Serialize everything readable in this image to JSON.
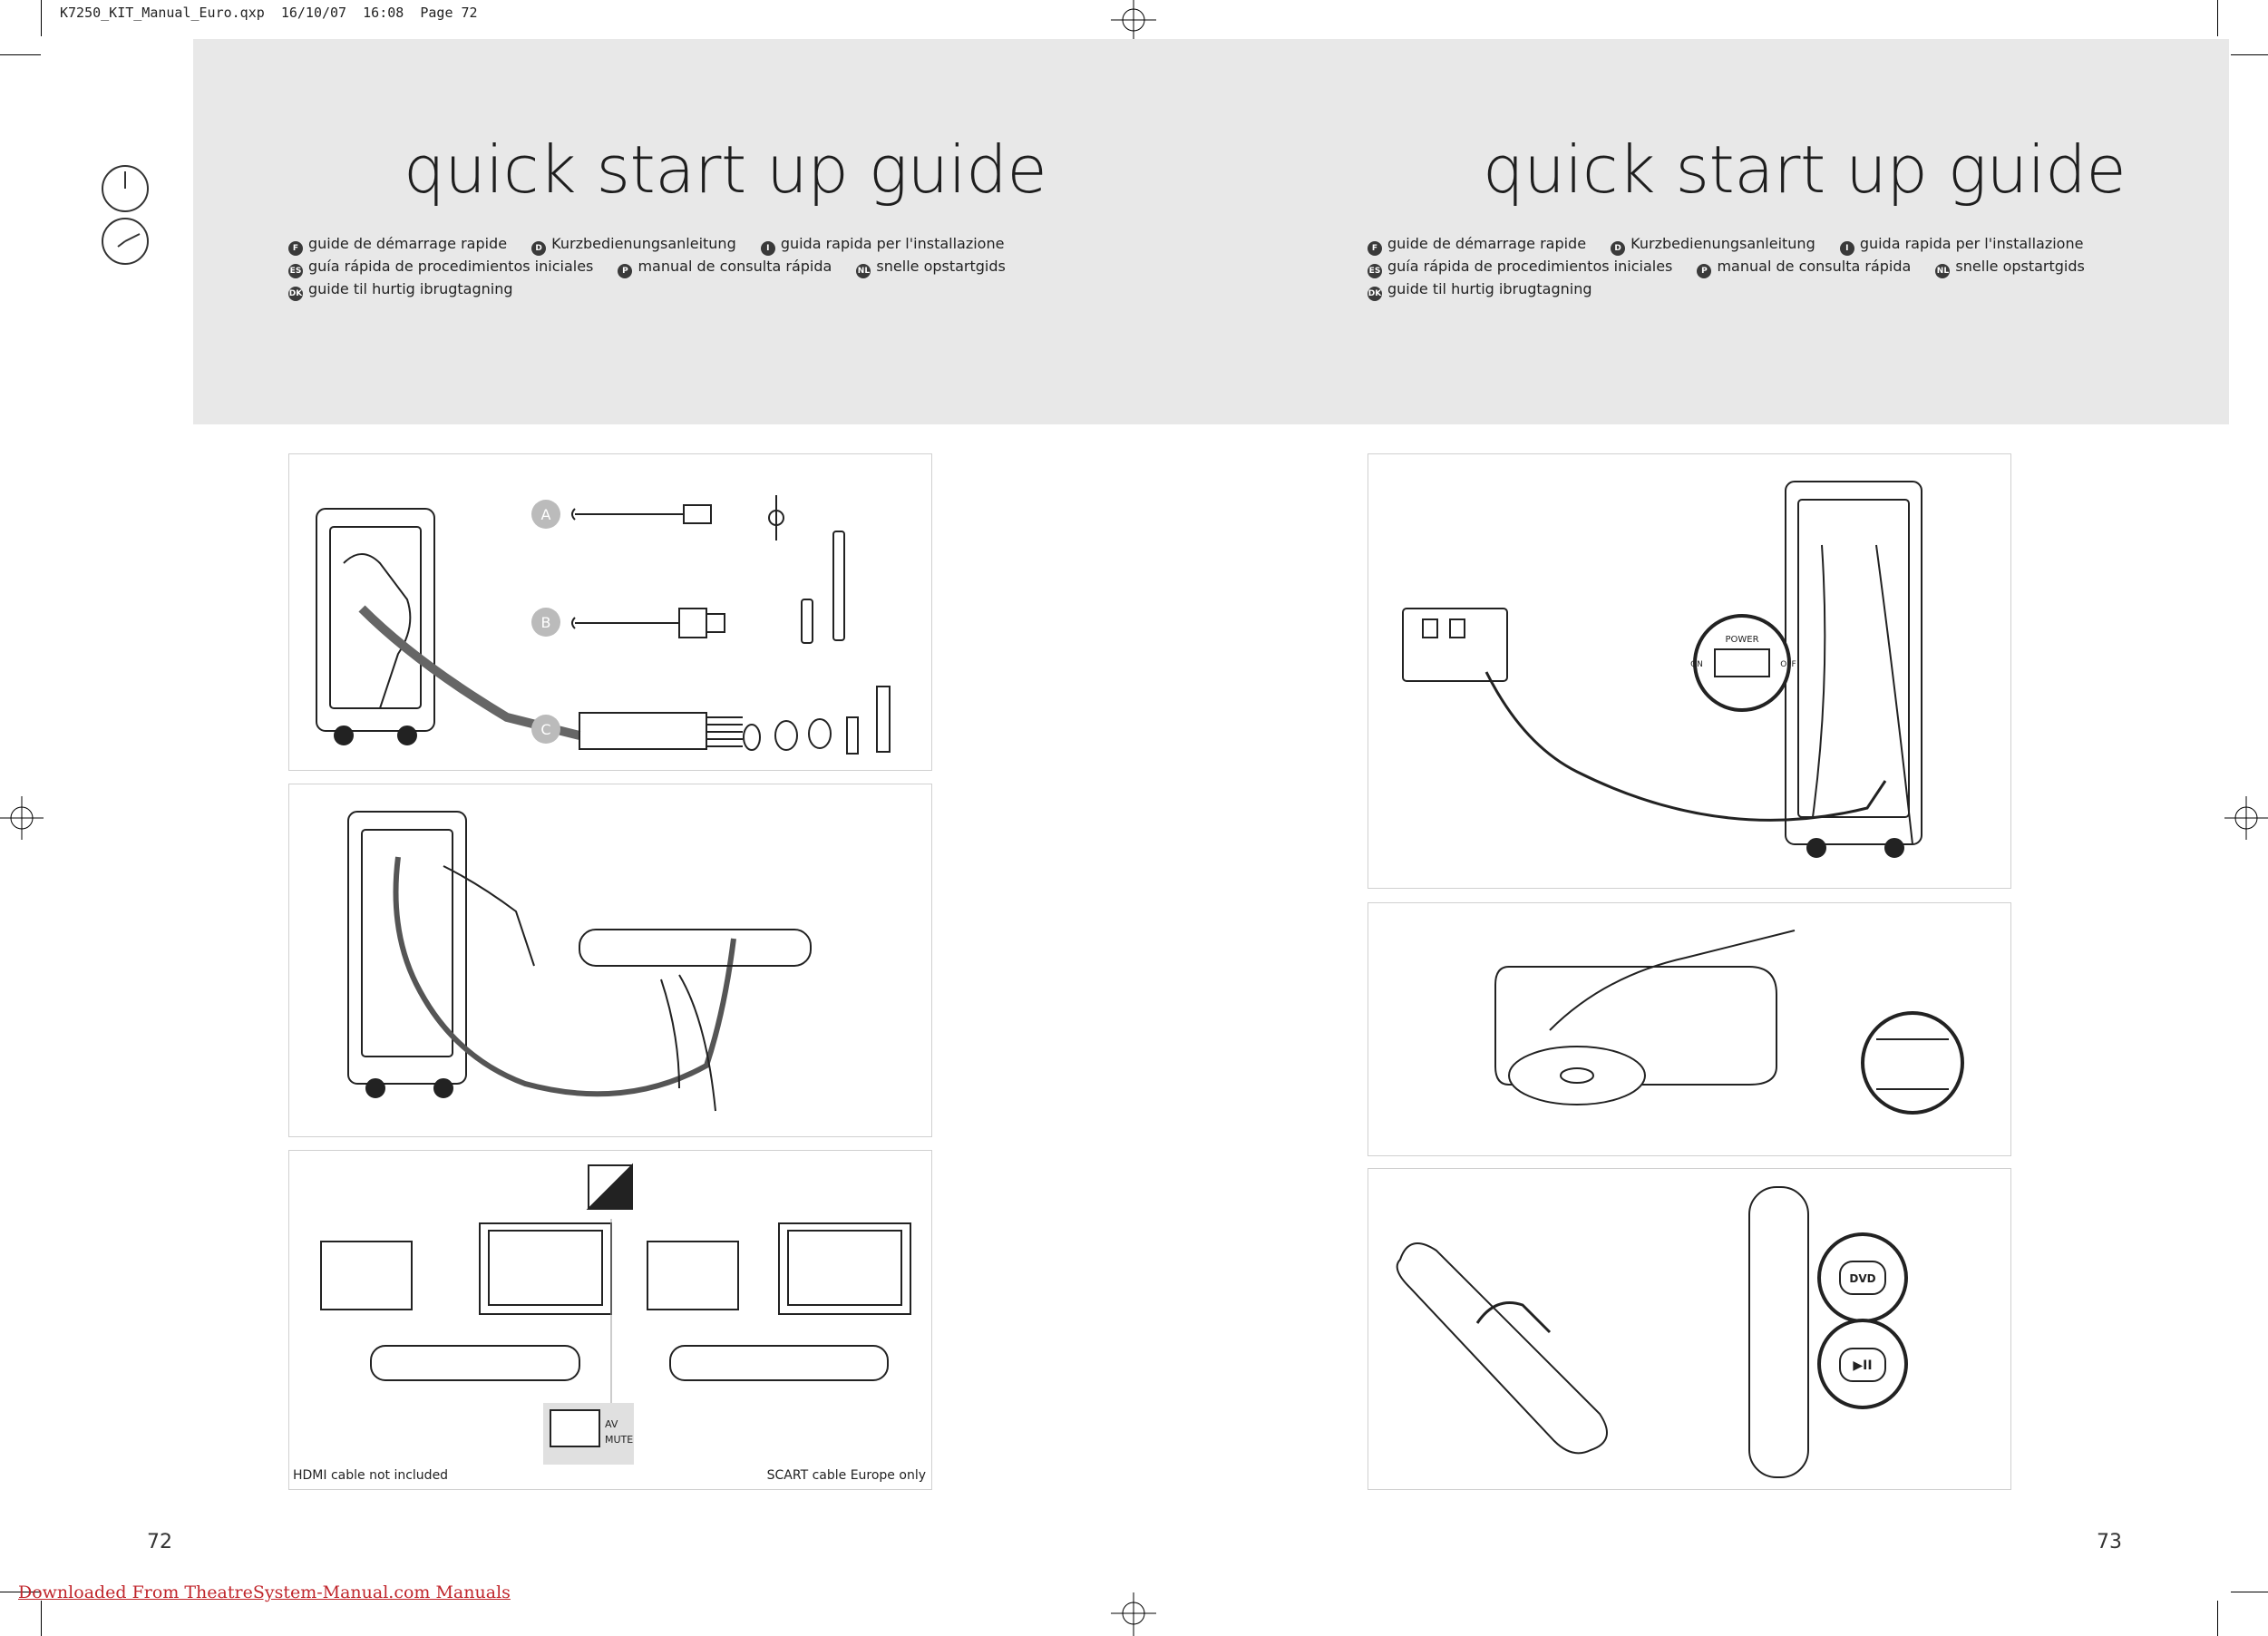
{
  "slug": "K7250_KIT_Manual_Euro.qxp  16/10/07  16:08  Page 72",
  "title_left": "quick start up guide",
  "title_right": "quick start up guide",
  "languages": [
    [
      {
        "code": "F",
        "label": "guide de démarrage rapide"
      },
      {
        "code": "D",
        "label": "Kurzbedienungsanleitung"
      },
      {
        "code": "I",
        "label": "guida rapida per l'installazione"
      }
    ],
    [
      {
        "code": "ES",
        "label": "guía rápida de procedimientos iniciales"
      },
      {
        "code": "P",
        "label": "manual de consulta rápida"
      },
      {
        "code": "NL",
        "label": "snelle opstartgids"
      }
    ],
    [
      {
        "code": "DK",
        "label": "guide til hurtig ibrugtagning"
      }
    ]
  ],
  "panel1": {
    "letters": [
      "A",
      "B",
      "C"
    ]
  },
  "panel3": {
    "caption_left": "HDMI cable not included",
    "caption_right": "SCART cable Europe only",
    "tv_labels": [
      "AV",
      "MUTE"
    ]
  },
  "panel4": {
    "switch_label": "POWER",
    "on": "ON",
    "off": "OFF"
  },
  "panel6": {
    "button_dvd": "DVD",
    "button_play": "▶II"
  },
  "page_left": "72",
  "page_right": "73",
  "footer": "Downloaded From TheatreSystem-Manual.com Manuals"
}
